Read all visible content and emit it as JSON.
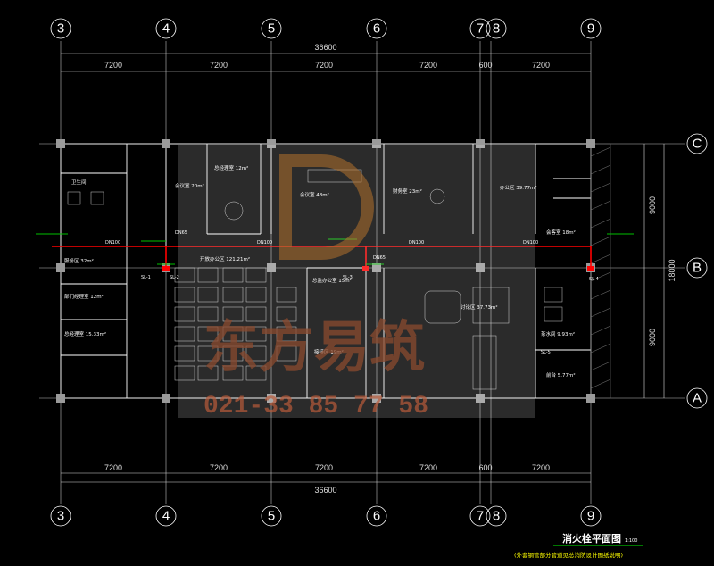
{
  "plan": {
    "title": "消火栓平面图",
    "scale": "1:100",
    "subtitle": "(外套钢管部分管道见总消防设计图纸说明)"
  },
  "axes": {
    "columns": [
      "3",
      "4",
      "5",
      "6",
      "7",
      "8",
      "9"
    ],
    "rows": [
      "C",
      "B",
      "A"
    ]
  },
  "dimensions": {
    "overall": "36600",
    "bays": [
      "7200",
      "7200",
      "7200",
      "7200",
      "600",
      "7200"
    ],
    "right_total": "18000",
    "right_bays": [
      "9000",
      "9000"
    ]
  },
  "rooms": [
    "总经理室 12m²",
    "会议室 20m²",
    "会议室 48m²",
    "财务室 23m²",
    "办公区 39.77m²",
    "会客室 18m²",
    "总监办公室 15m²",
    "开放办公区 121.21m²",
    "讨论区 37.73m²",
    "接待区 19m²",
    "前台 5.77m²",
    "服务区 32m²",
    "部门经理室 12m²",
    "总经理室 15.33m²",
    "茶水间 9.93m²",
    "卫生间"
  ],
  "pipe_labels": [
    "DN100",
    "DN100",
    "DN100",
    "DN100",
    "DN65",
    "DN65",
    "SL-1",
    "SL-2",
    "SL-3",
    "SL-4",
    "SL-5"
  ],
  "watermark": {
    "brand": "东方易筑",
    "phone": "021-33 85 77 58"
  },
  "colors": {
    "background": "#000000",
    "line": "#ffffff",
    "pipe": "#ff0000",
    "wall": "#888888",
    "title_underline": "#00c000",
    "watermark": "#8a4a2e"
  }
}
